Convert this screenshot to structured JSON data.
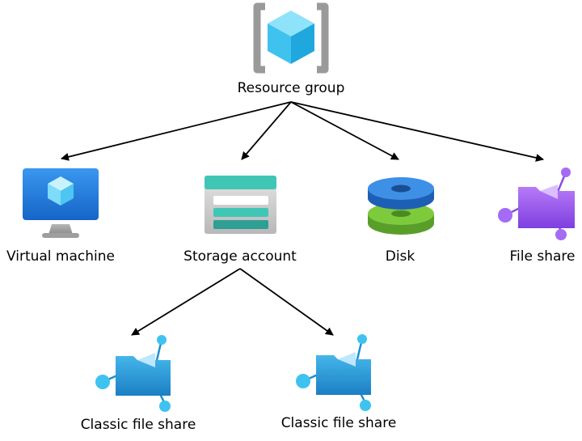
{
  "diagram": {
    "root": {
      "label": "Resource group",
      "icon": "resource-group-icon"
    },
    "children": [
      {
        "label": "Virtual machine",
        "icon": "virtual-machine-icon"
      },
      {
        "label": "Storage account",
        "icon": "storage-account-icon"
      },
      {
        "label": "Disk",
        "icon": "disk-icon"
      },
      {
        "label": "File share",
        "icon": "file-share-icon"
      }
    ],
    "grandchildren": [
      {
        "label": "Classic file share",
        "icon": "classic-file-share-icon"
      },
      {
        "label": "Classic file share",
        "icon": "classic-file-share-icon"
      }
    ],
    "colors": {
      "vm_blue": "#1E7BE3",
      "storage_teal": "#39C3B6",
      "disk_blue": "#2E7FD6",
      "disk_green": "#74C43B",
      "file_share_purple": "#9C5CF0",
      "classic_share_blue": "#2B9BD8",
      "resource_group_cube": "#50C8F0"
    }
  }
}
